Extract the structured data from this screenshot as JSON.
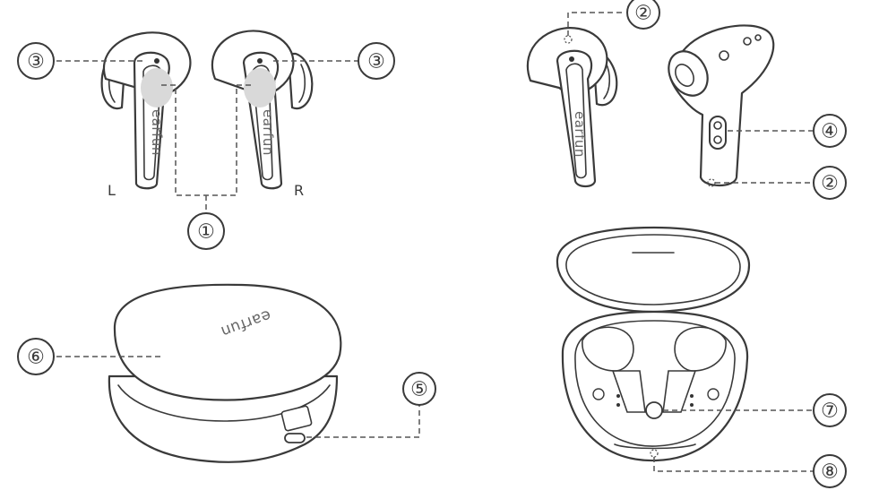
{
  "brand_text": "earfun",
  "side_labels": {
    "left": "L",
    "right": "R"
  },
  "callouts": [
    {
      "id": "touch-area",
      "label": "①"
    },
    {
      "id": "mic-top",
      "label": "②"
    },
    {
      "id": "status-led",
      "label": "③"
    },
    {
      "id": "charging-contacts",
      "label": "④"
    },
    {
      "id": "usb-c-port",
      "label": "⑤"
    },
    {
      "id": "charging-case",
      "label": "⑥"
    },
    {
      "id": "pair-button",
      "label": "⑦"
    },
    {
      "id": "case-led",
      "label": "⑧"
    }
  ]
}
